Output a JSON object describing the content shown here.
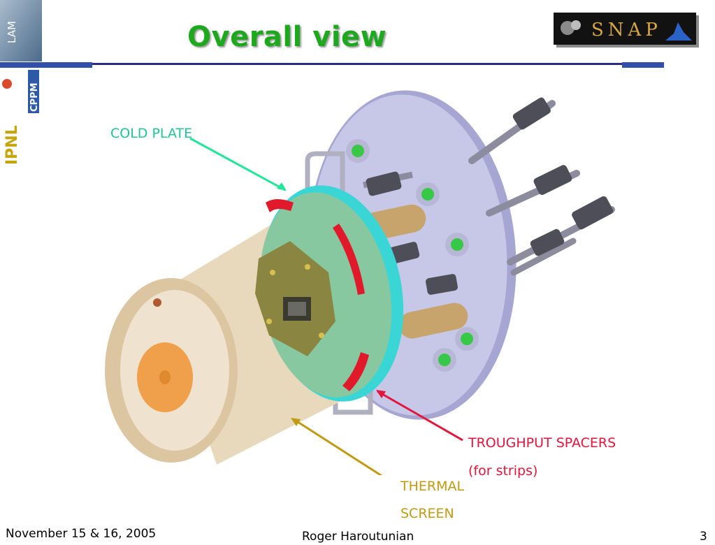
{
  "slide": {
    "title": "Overall view",
    "footer": {
      "date": "November 15 & 16, 2005",
      "author": "Roger Haroutunian",
      "page": "3"
    }
  },
  "logos": {
    "lam": "LAM",
    "cppm": "CPPM",
    "ipnl": "IPNL",
    "snap": "SNAP"
  },
  "labels": {
    "cold_plate": "COLD PLATE",
    "troughput_line1": "TROUGHPUT SPACERS",
    "troughput_line2": "(for  strips)",
    "thermal_line1": "THERMAL",
    "thermal_line2": "SCREEN"
  },
  "colors": {
    "title": "#1ea81e",
    "cold_plate": "#22c39a",
    "troughput": "#e4153c",
    "thermal": "#c19a12",
    "rule": "#2a2a8a"
  }
}
